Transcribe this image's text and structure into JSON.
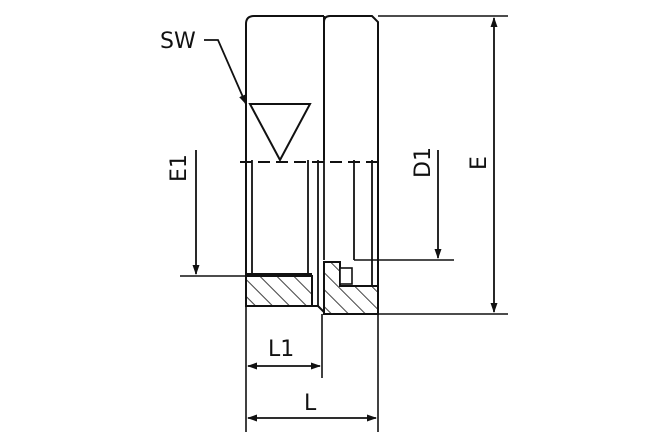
{
  "labels": {
    "sw": "SW",
    "e1": "E1",
    "d1": "D1",
    "e": "E",
    "l1": "L1",
    "l": "L"
  },
  "colors": {
    "line": "#111111",
    "background": "#ffffff"
  }
}
